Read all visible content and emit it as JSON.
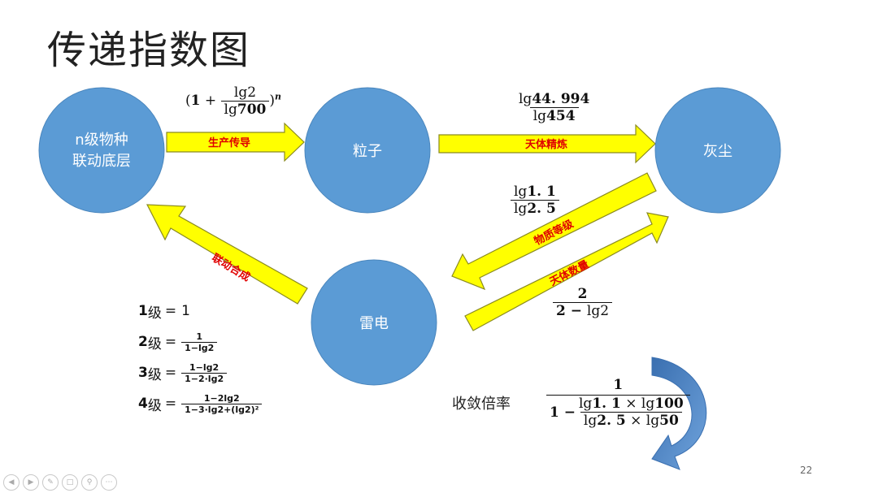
{
  "title": "传递指数图",
  "nodes": {
    "base": [
      "n级物种",
      "联动底层"
    ],
    "particle": "粒子",
    "dust": "灰尘",
    "thunder": "雷电"
  },
  "arrows": {
    "production": "生产传导",
    "celestial_refine": "天体精炼",
    "material_level": "物质等级",
    "celestial_count": "天体数量",
    "linked_synthesis": "联动合成"
  },
  "formulas": {
    "production": {
      "open": "(",
      "one": "1",
      "plus": " + ",
      "num": "lg2",
      "den_pre": "lg",
      "den_bold": "700",
      "close": ")",
      "exp": "n"
    },
    "refine": {
      "num_pre": "lg",
      "num_bold": "44. 994",
      "den_pre": "lg",
      "den_bold": "454"
    },
    "material": {
      "num_pre": "lg",
      "num_bold": "1. 1",
      "den_pre": "lg",
      "den_bold": "2. 5"
    },
    "count": {
      "num": "2",
      "den_bold": "2 − ",
      "den_rest": "lg2"
    }
  },
  "levels": [
    {
      "label": "1",
      "suffix": "级",
      "eq": "=",
      "value": "1"
    },
    {
      "label": "2",
      "suffix": "级",
      "eq": "=",
      "num": "1",
      "den": "1−lg2"
    },
    {
      "label": "3",
      "suffix": "级",
      "eq": "=",
      "num": "1−lg2",
      "den": "1−2·lg2"
    },
    {
      "label": "4",
      "suffix": "级",
      "eq": "=",
      "num": "1−2lg2",
      "den": "1−3·lg2+(lg2)²"
    }
  ],
  "convergence": {
    "label": "收敛倍率",
    "num": "1",
    "one_minus": "1 − ",
    "inner_num_pre": "lg",
    "inner_num_b1": "1. 1",
    "inner_num_mid": " × lg",
    "inner_num_b2": "100",
    "inner_den_pre": "lg",
    "inner_den_b1": "2. 5",
    "inner_den_mid": " × lg",
    "inner_den_b2": "50"
  },
  "page_number": "22",
  "colors": {
    "node": "#5b9bd5",
    "arrow_fill": "#ffff00",
    "arrow_stroke": "#7f7f00",
    "arrow_text": "#e00000",
    "curve": "#4a7fc0"
  },
  "nav_icons": [
    "back-icon",
    "forward-icon",
    "pen-icon",
    "copy-icon",
    "zoom-icon",
    "more-icon"
  ]
}
